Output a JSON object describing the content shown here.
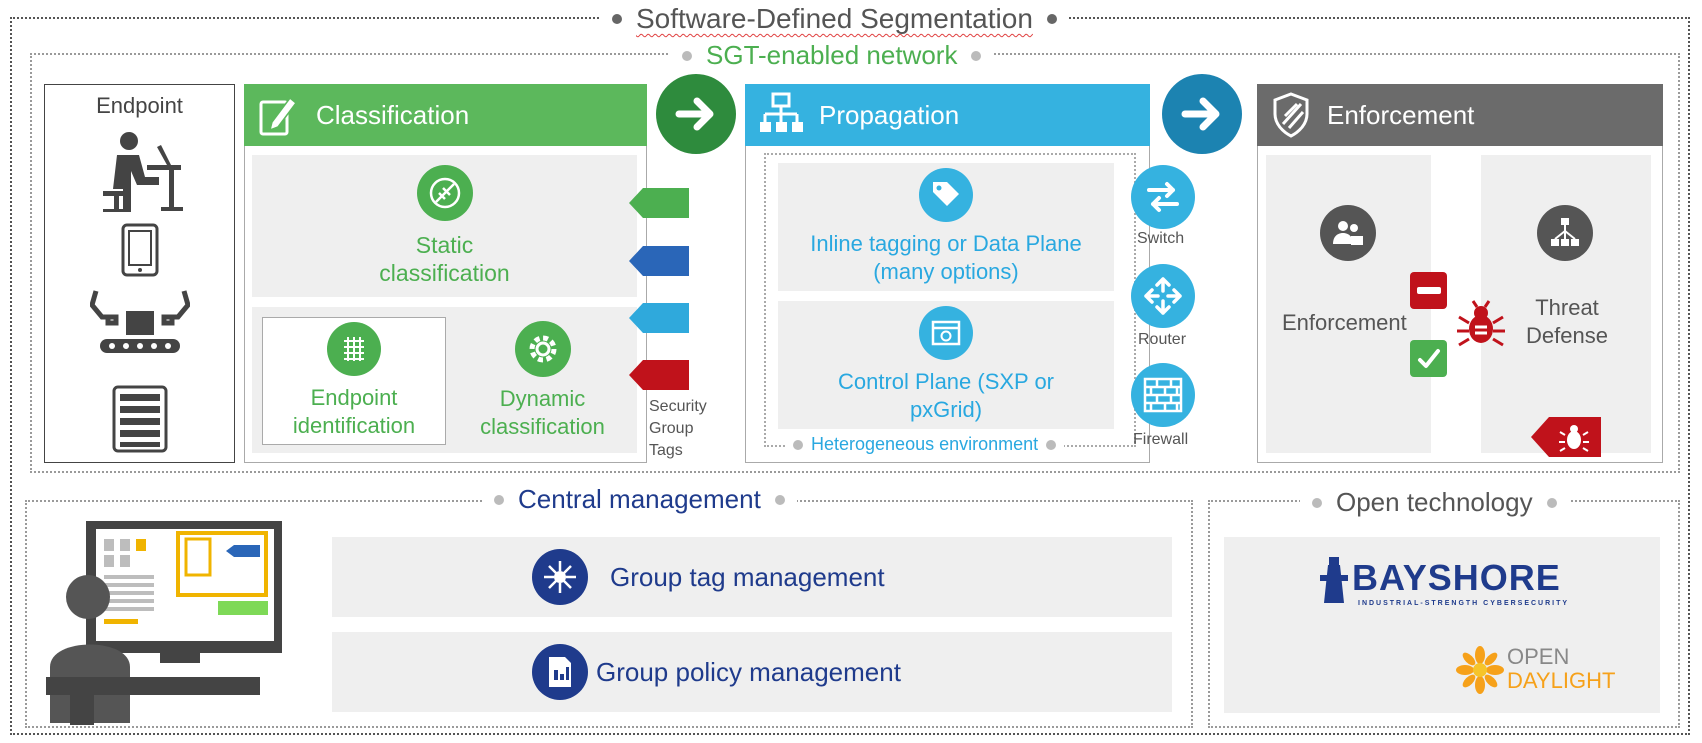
{
  "title": "Software-Defined Segmentation",
  "sgt_network": "SGT-enabled network",
  "endpoint": {
    "label": "Endpoint"
  },
  "classification": {
    "header": "Classification",
    "static": "Static classification",
    "endpoint_identification": "Endpoint identification",
    "dynamic": "Dynamic classification"
  },
  "security_group_tags": "Security Group Tags",
  "propagation": {
    "header": "Propagation",
    "inline": "Inline tagging or Data Plane (many options)",
    "control": "Control Plane (SXP or pxGrid)",
    "heterogeneous": "Heterogeneous environment"
  },
  "devices": {
    "switch": "Switch",
    "router": "Router",
    "firewall": "Firewall"
  },
  "enforcement": {
    "header": "Enforcement",
    "left_label": "Enforcement",
    "threat_defense": "Threat Defense"
  },
  "central_management": {
    "title": "Central management",
    "group_tag": "Group tag management",
    "group_policy": "Group policy management"
  },
  "open_technology": {
    "title": "Open technology",
    "bayshore_name": "BAYSHORE",
    "bayshore_tagline": "INDUSTRIAL-STRENGTH CYBERSECURITY",
    "odl_line1": "OPEN",
    "odl_line2": "DAYLIGHT"
  },
  "colors": {
    "classification": "#5cb85c",
    "propagation": "#35b2e0",
    "enforcement": "#6b6b6b",
    "navy": "#1f3b8c",
    "tag_green": "#4caf50",
    "tag_blue": "#2a66b8",
    "tag_cyan": "#2fa9dc",
    "tag_red": "#c0121b"
  }
}
